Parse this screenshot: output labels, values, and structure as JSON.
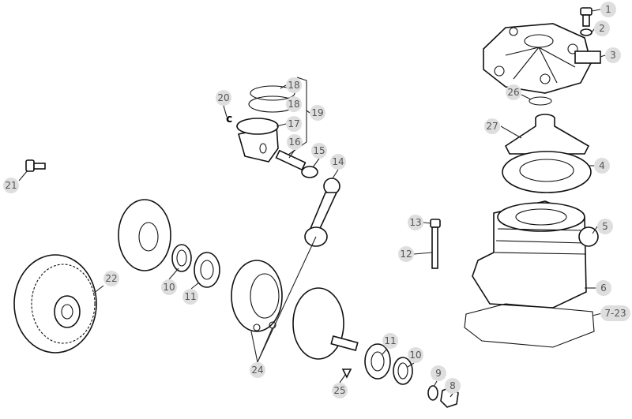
{
  "diagram": {
    "title": "Engine exploded view",
    "callouts": {
      "c1": "1",
      "c2": "2",
      "c3": "3",
      "c26": "26",
      "c27": "27",
      "c4": "4",
      "c5": "5",
      "c6": "6",
      "c7": "7-23",
      "c13": "13",
      "c12": "12",
      "c14": "14",
      "c15": "15",
      "c16": "16",
      "c17": "17",
      "c18a": "18",
      "c18b": "18",
      "c19": "19",
      "c20": "20",
      "c21": "21",
      "c22": "22",
      "c10a": "10",
      "c11a": "11",
      "c24": "24",
      "c11b": "11",
      "c10b": "10",
      "c9": "9",
      "c8": "8",
      "c25": "25"
    },
    "colors": {
      "bubble": "#dedede",
      "number": "#555555",
      "line": "#111111"
    }
  }
}
